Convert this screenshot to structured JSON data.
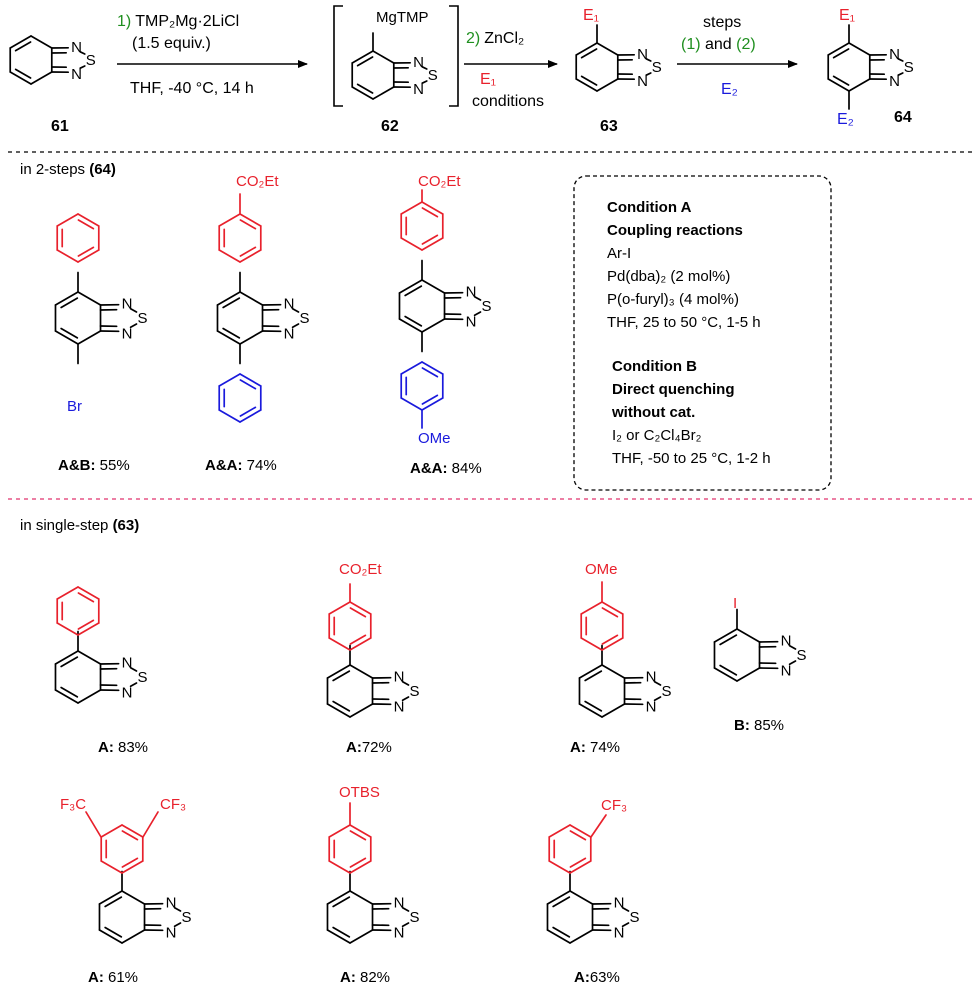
{
  "scheme": {
    "start": "61",
    "intermediate": "62",
    "mono": "63",
    "di": "64",
    "mg_label": "MgTMP"
  },
  "step1": {
    "num": "1)",
    "reagent": "TMP₂Mg·2LiCl",
    "equiv": "(1.5 equiv.)",
    "conditions": "THF, -40 °C, 14 h"
  },
  "step2": {
    "num": "2)",
    "reagent": "ZnCl₂",
    "electrophile": "E₁",
    "conditions": "conditions"
  },
  "step3": {
    "top": "steps",
    "mid_prefix": "(1)",
    "mid_and": " and ",
    "mid_suffix": "(2)",
    "electrophile": "E₂"
  },
  "e1": "E₁",
  "e2": "E₂",
  "section_two": {
    "prefix": "in 2-steps ",
    "ref": "(64)"
  },
  "section_single": {
    "prefix": "in single-step ",
    "ref": "(63)"
  },
  "subst": {
    "br": "Br",
    "co2et": "CO₂Et",
    "ome": "OMe",
    "i": "I",
    "otbs": "OTBS",
    "cf3": "CF₃",
    "f3c": "F₃C"
  },
  "yields": {
    "y1": {
      "bold": "A&B:",
      "val": " 55%"
    },
    "y2": {
      "bold": "A&A:",
      "val": " 74%"
    },
    "y3": {
      "bold": "A&A:",
      "val": " 84%"
    },
    "y4": {
      "bold": "A:",
      "val": " 83%"
    },
    "y5": {
      "bold": "A:",
      "val": "72%"
    },
    "y6": {
      "bold": "A:",
      "val": " 74%"
    },
    "y7": {
      "bold": "B:",
      "val": " 85%"
    },
    "y8": {
      "bold": "A:",
      "val": " 61%"
    },
    "y9": {
      "bold": "A:",
      "val": " 82%"
    },
    "y10": {
      "bold": "A:",
      "val": "63%"
    }
  },
  "conditions_box": {
    "a_title": "Condition A",
    "a_sub": "Coupling reactions",
    "a_lines": [
      "Ar-I",
      "Pd(dba)₂ (2 mol%)",
      "P(o-furyl)₃ (4 mol%)",
      "THF, 25 to 50 °C, 1-5 h"
    ],
    "b_title": "Condition B",
    "b_sub1": "Direct quenching",
    "b_sub2": "without cat.",
    "b_lines": [
      "I₂ or C₂Cl₄Br₂",
      "THF, -50 to 25 °C, 1-2 h"
    ]
  },
  "colors": {
    "black": "#000000",
    "red": "#e8212c",
    "blue": "#1a1adc",
    "green": "#1f8f1f",
    "pink_divider": "#e0336e"
  }
}
